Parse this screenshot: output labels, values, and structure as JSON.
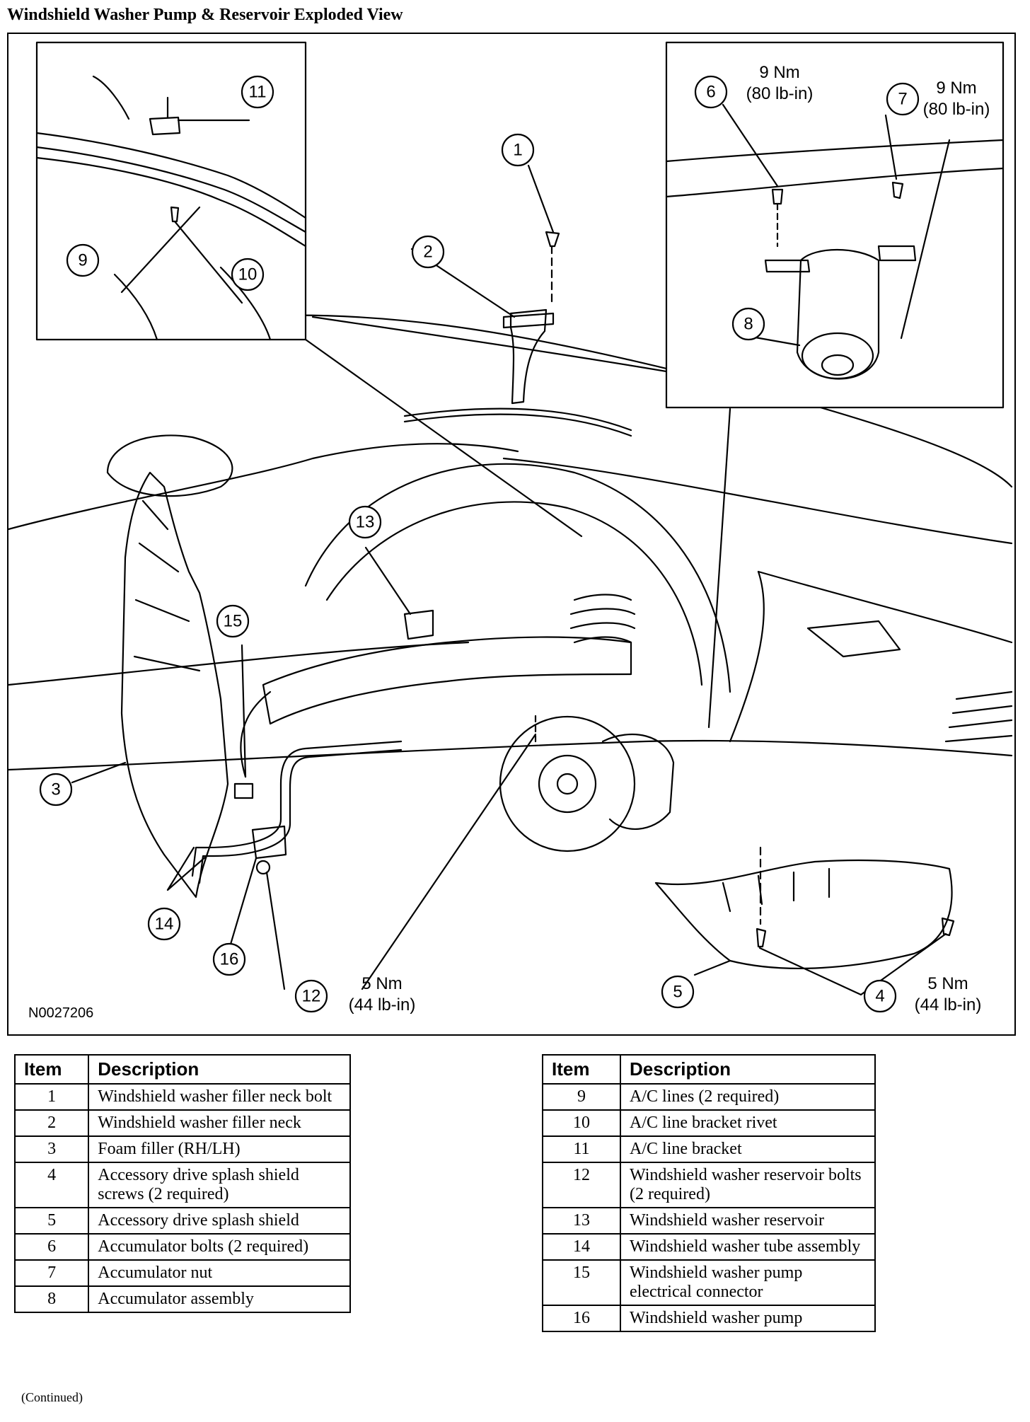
{
  "page": {
    "title": "Windshield Washer Pump & Reservoir Exploded View",
    "continued": "(Continued)"
  },
  "figure": {
    "code": "N0027206",
    "callouts": [
      "1",
      "2",
      "3",
      "4",
      "5",
      "6",
      "7",
      "8",
      "9",
      "10",
      "11",
      "12",
      "13",
      "14",
      "15",
      "16"
    ],
    "torques": {
      "acc_bolt": [
        "9 Nm",
        "(80 lb-in)"
      ],
      "acc_nut": [
        "9 Nm",
        "(80 lb-in)"
      ],
      "reservoir_bolts": [
        "5 Nm",
        "(44 lb-in)"
      ],
      "shield_screws": [
        "5 Nm",
        "(44 lb-in)"
      ]
    }
  },
  "table": {
    "headers": {
      "item": "Item",
      "description": "Description"
    },
    "left_rows": [
      {
        "item": "1",
        "description": "Windshield washer filler neck bolt"
      },
      {
        "item": "2",
        "description": "Windshield washer filler neck"
      },
      {
        "item": "3",
        "description": "Foam filler (RH/LH)"
      },
      {
        "item": "4",
        "description": "Accessory drive splash shield screws (2 required)"
      },
      {
        "item": "5",
        "description": "Accessory drive splash shield"
      },
      {
        "item": "6",
        "description": "Accumulator bolts (2 required)"
      },
      {
        "item": "7",
        "description": "Accumulator nut"
      },
      {
        "item": "8",
        "description": "Accumulator assembly"
      }
    ],
    "right_rows": [
      {
        "item": "9",
        "description": "A/C lines (2 required)"
      },
      {
        "item": "10",
        "description": "A/C line bracket rivet"
      },
      {
        "item": "11",
        "description": "A/C line bracket"
      },
      {
        "item": "12",
        "description": "Windshield washer reservoir bolts (2 required)"
      },
      {
        "item": "13",
        "description": "Windshield washer reservoir"
      },
      {
        "item": "14",
        "description": "Windshield washer tube assembly"
      },
      {
        "item": "15",
        "description": "Windshield washer pump electrical connector"
      },
      {
        "item": "16",
        "description": "Windshield washer pump"
      }
    ]
  }
}
